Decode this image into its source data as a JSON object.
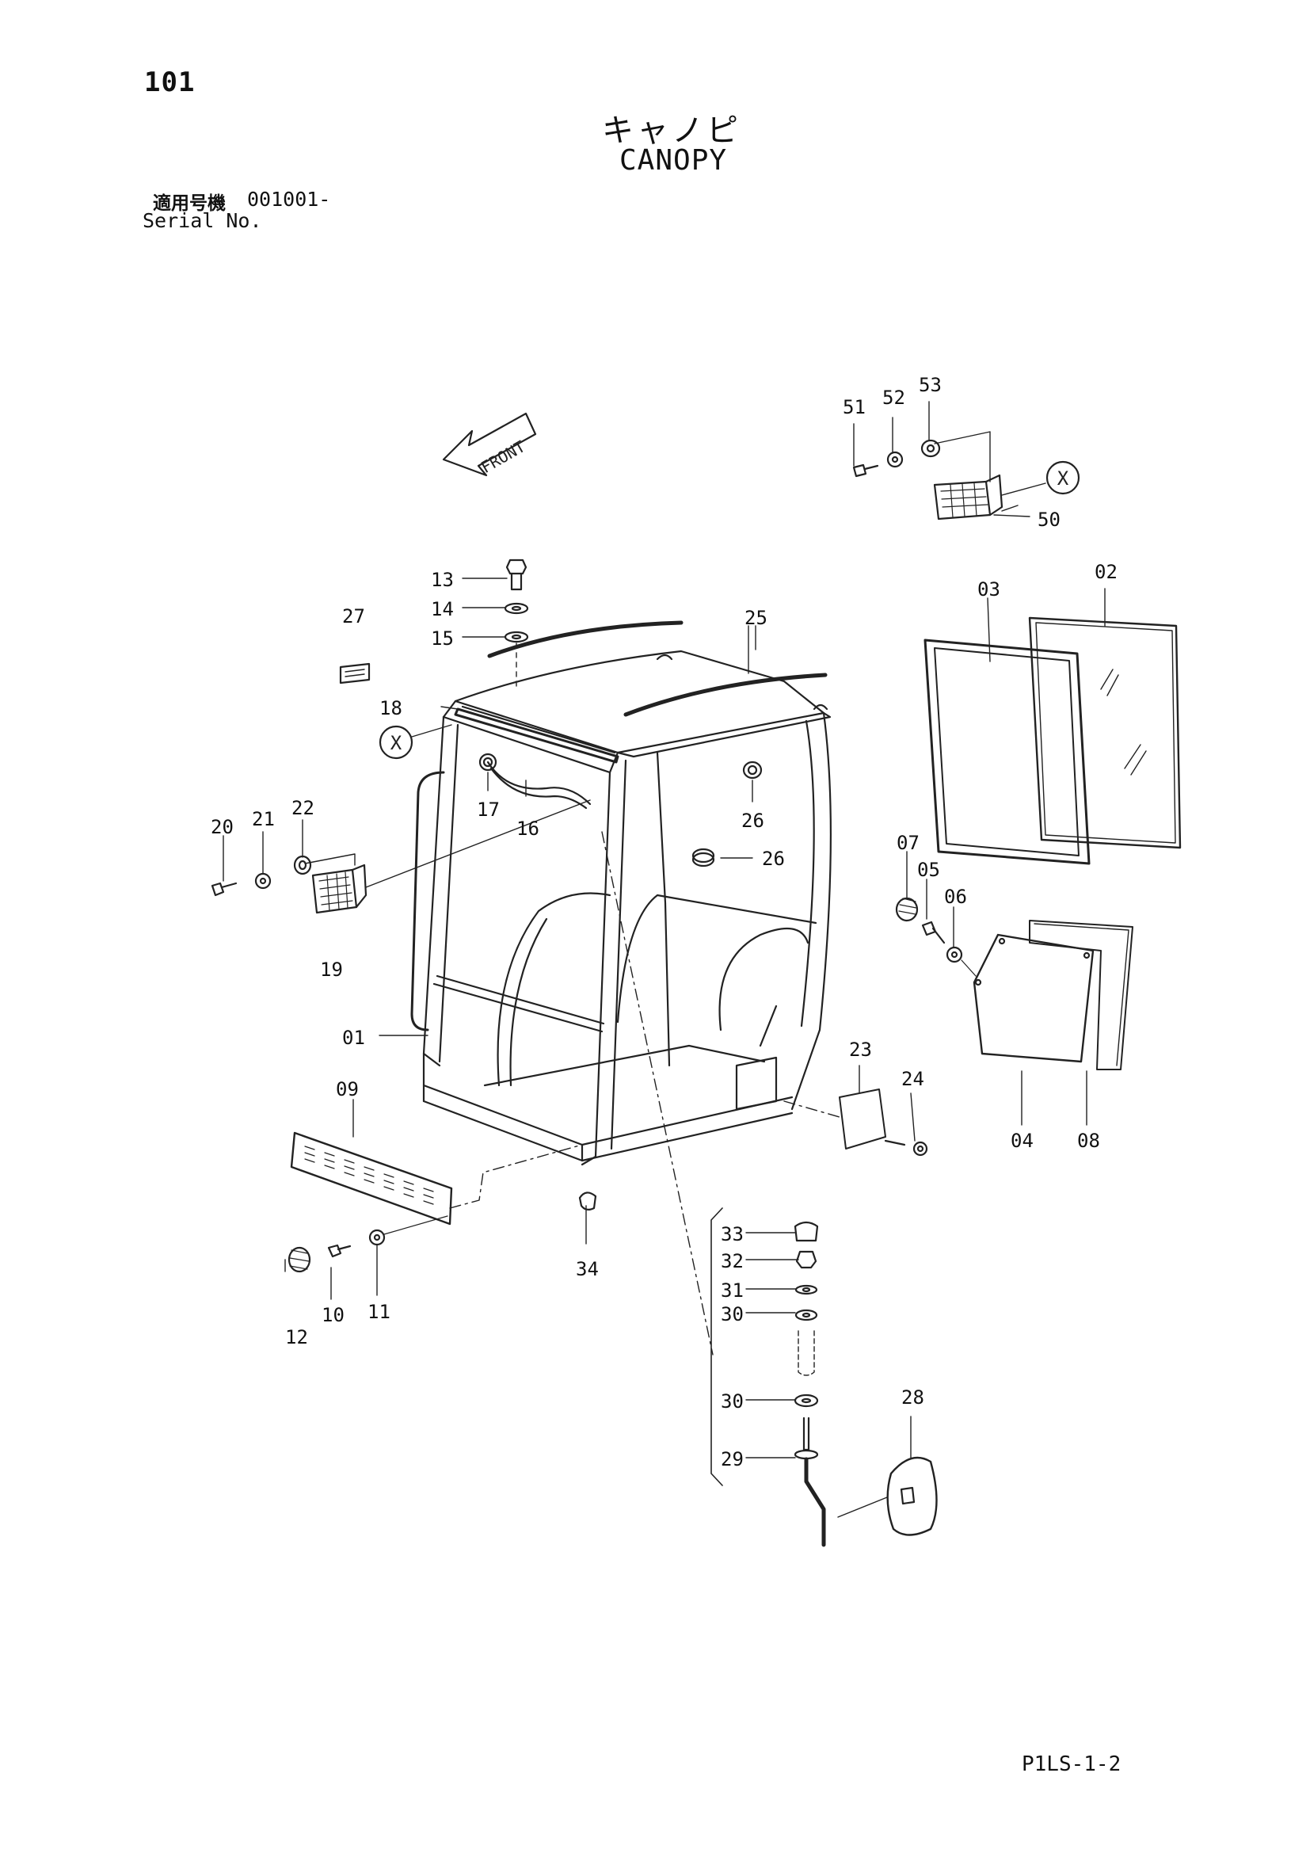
{
  "header": {
    "page_number": "101",
    "title_jp": "キャノピ",
    "title_en": "CANOPY",
    "serial_label_jp": "適用号機",
    "serial_value": "001001-",
    "serial_label_en": "Serial No."
  },
  "front_arrow_label": "FRONT",
  "reference_mark": "X",
  "callouts": [
    {
      "id": "c01",
      "label": "01"
    },
    {
      "id": "c02",
      "label": "02"
    },
    {
      "id": "c03",
      "label": "03"
    },
    {
      "id": "c04",
      "label": "04"
    },
    {
      "id": "c05",
      "label": "05"
    },
    {
      "id": "c06",
      "label": "06"
    },
    {
      "id": "c07",
      "label": "07"
    },
    {
      "id": "c08",
      "label": "08"
    },
    {
      "id": "c09",
      "label": "09"
    },
    {
      "id": "c10",
      "label": "10"
    },
    {
      "id": "c11",
      "label": "11"
    },
    {
      "id": "c12",
      "label": "12"
    },
    {
      "id": "c13",
      "label": "13"
    },
    {
      "id": "c14",
      "label": "14"
    },
    {
      "id": "c15",
      "label": "15"
    },
    {
      "id": "c16",
      "label": "16"
    },
    {
      "id": "c17",
      "label": "17"
    },
    {
      "id": "c18",
      "label": "18"
    },
    {
      "id": "c19",
      "label": "19"
    },
    {
      "id": "c20",
      "label": "20"
    },
    {
      "id": "c21",
      "label": "21"
    },
    {
      "id": "c22",
      "label": "22"
    },
    {
      "id": "c23",
      "label": "23"
    },
    {
      "id": "c24",
      "label": "24"
    },
    {
      "id": "c25a",
      "label": "25"
    },
    {
      "id": "c26a",
      "label": "26"
    },
    {
      "id": "c26b",
      "label": "26"
    },
    {
      "id": "c27",
      "label": "27"
    },
    {
      "id": "c28",
      "label": "28"
    },
    {
      "id": "c29",
      "label": "29"
    },
    {
      "id": "c30a",
      "label": "30"
    },
    {
      "id": "c30b",
      "label": "30"
    },
    {
      "id": "c31",
      "label": "31"
    },
    {
      "id": "c32",
      "label": "32"
    },
    {
      "id": "c33",
      "label": "33"
    },
    {
      "id": "c34",
      "label": "34"
    },
    {
      "id": "c50",
      "label": "50"
    },
    {
      "id": "c51",
      "label": "51"
    },
    {
      "id": "c52",
      "label": "52"
    },
    {
      "id": "c53",
      "label": "53"
    }
  ],
  "footer": {
    "page_code": "P1LS-1-2"
  }
}
